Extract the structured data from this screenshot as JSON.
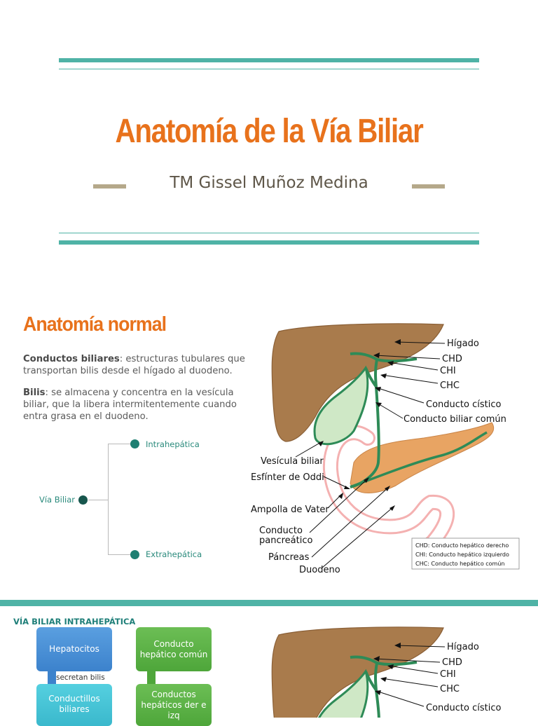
{
  "slide1": {
    "title": "Anatomía de la Vía Biliar",
    "subtitle": "TM Gissel Muñoz Medina"
  },
  "slide2": {
    "heading": "Anatomía normal",
    "p1_term": "Conductos biliares",
    "p1_text": ": estructuras tubulares que transportan bilis desde el hígado al duodeno.",
    "p2_term": "Bilis",
    "p2_text": ": se almacena y concentra en la vesícula biliar, que la libera intermitentemente cuando entra grasa en el duodeno.",
    "tree": {
      "root": "Vía Biliar",
      "child1": "Intrahepática",
      "child2": "Extrahepática"
    },
    "diagram": {
      "labels": {
        "higado": "Hígado",
        "chd": "CHD",
        "chi": "CHI",
        "chc": "CHC",
        "cistico": "Conducto cístico",
        "comun": "Conducto biliar común",
        "vesicula": "Vesícula biliar",
        "oddi": "Esfínter de Oddi",
        "vater": "Ampolla de Vater",
        "pancreatico_1": "Conducto",
        "pancreatico_2": "pancreático",
        "pancreas": "Páncreas",
        "duodeno": "Duodeno"
      },
      "legend": [
        {
          "abbr": "CHD",
          "text": ": Conducto hepático derecho"
        },
        {
          "abbr": "CHI",
          "text": ": Conducto hepático izquierdo"
        },
        {
          "abbr": "CHC",
          "text": ": Conducto hepático común"
        }
      ]
    }
  },
  "slide3": {
    "heading": "VÍA BILIAR INTRAHEPÁTICA",
    "boxes": {
      "hepatocitos": "Hepatocitos",
      "secretan": "secretan bilis",
      "conductillos_1": "Conductillos",
      "conductillos_2": "biliares",
      "comun_1": "Conducto",
      "comun_2": "hepático común",
      "der_izq_1": "Conductos",
      "der_izq_2": "hepáticos der e",
      "der_izq_3": "izq"
    },
    "diagram_labels": {
      "higado": "Hígado",
      "chd": "CHD",
      "chi": "CHI",
      "chc": "CHC",
      "cistico": "Conducto cístico"
    }
  },
  "colors": {
    "teal": "#4fb3a6",
    "orange": "#e8721c",
    "tan": "#b5a88a",
    "liver": "#a97b4c",
    "duct_green": "#2e8b57",
    "gallbladder": "#cfe8c6",
    "pancreas": "#e8a463",
    "duodenum_pink": "#f2a3a3"
  }
}
